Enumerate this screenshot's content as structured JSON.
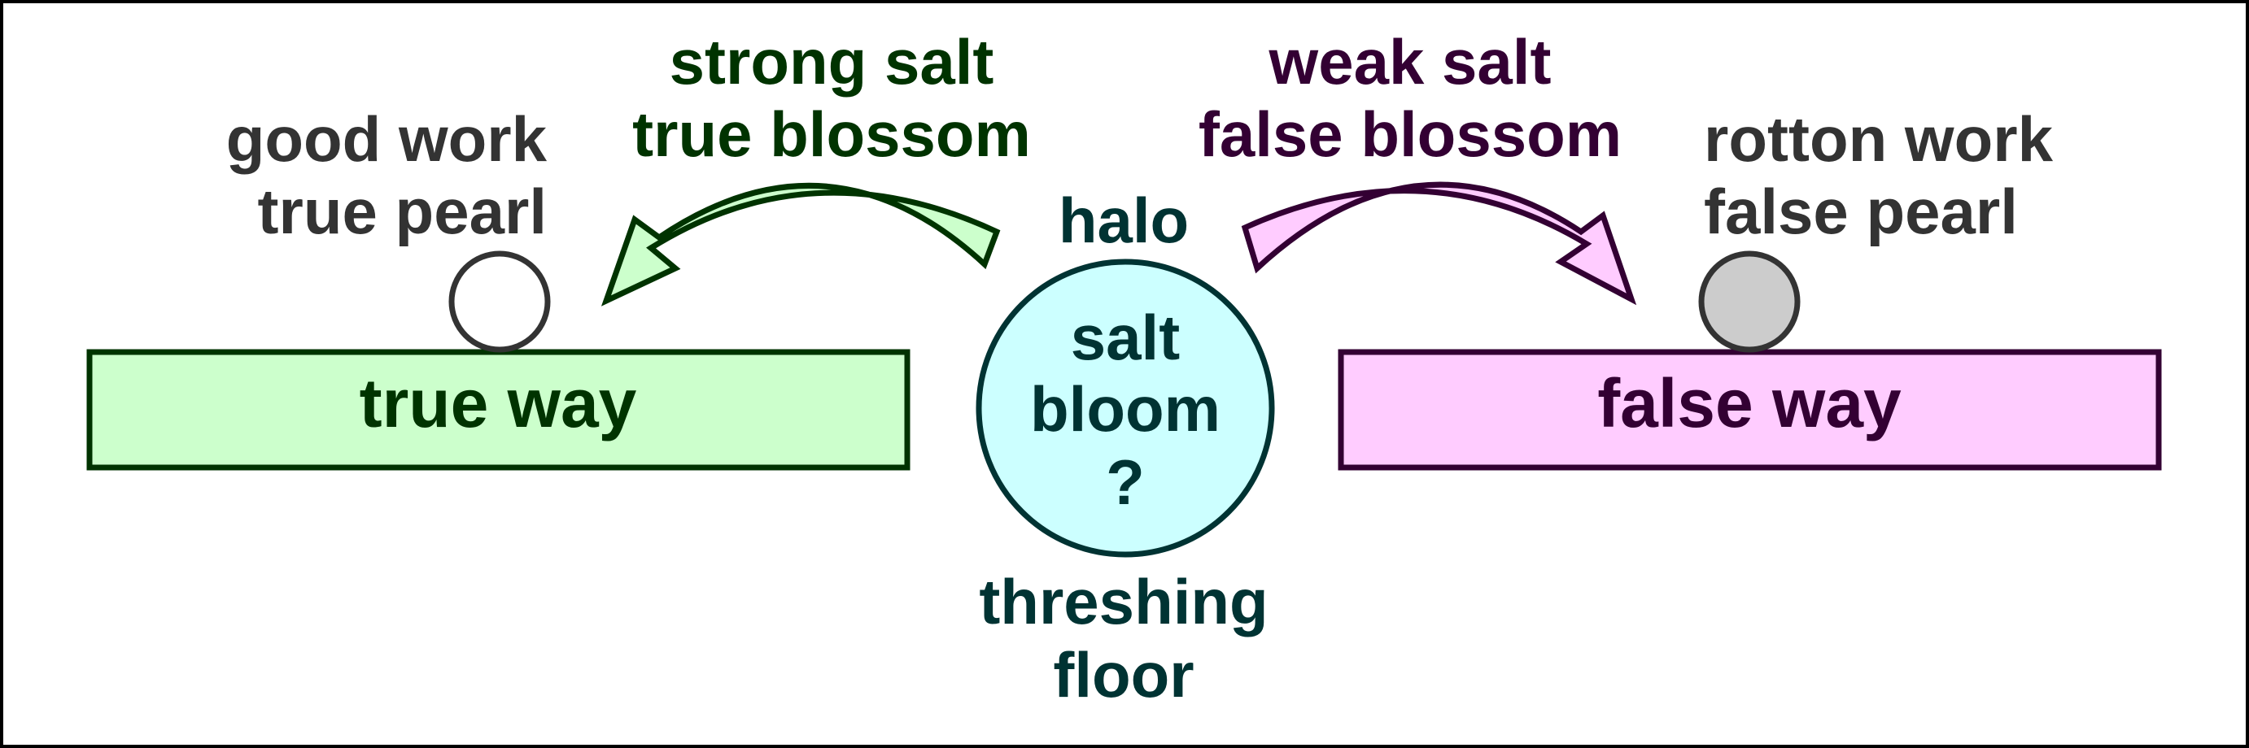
{
  "left": {
    "top_label": [
      "strong salt",
      "true blossom"
    ],
    "side_label": [
      "good work",
      "true pearl"
    ],
    "box_label": "true way",
    "fill": "#ccffcc",
    "stroke": "#003300",
    "text_color": "#003300",
    "pearl_fill": "#ffffff"
  },
  "right": {
    "top_label": [
      "weak salt",
      "false blossom"
    ],
    "side_label": [
      "rotton work",
      "false pearl"
    ],
    "box_label": "false way",
    "fill": "#ffccff",
    "stroke": "#330033",
    "text_color": "#330033",
    "pearl_fill": "#cccccc"
  },
  "center": {
    "halo_label": "halo",
    "circle_label": [
      "salt",
      "bloom",
      "?"
    ],
    "bottom_label": [
      "threshing",
      "floor"
    ],
    "fill": "#ccffff",
    "stroke": "#003333",
    "text_color": "#003333"
  },
  "side_text_color": "#333333"
}
